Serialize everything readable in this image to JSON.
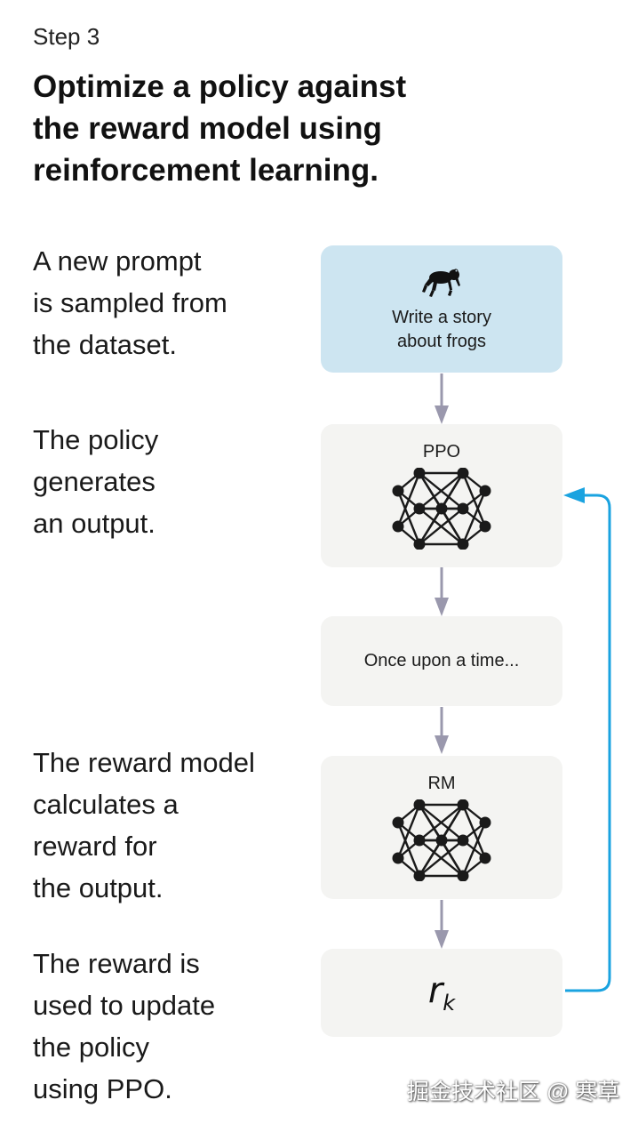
{
  "step_label": "Step 3",
  "heading": [
    "Optimize a policy against",
    "the reward model using",
    "reinforcement learning."
  ],
  "descriptions": [
    {
      "lines": [
        "A new prompt",
        "is sampled from",
        "the dataset."
      ]
    },
    {
      "lines": [
        "The policy",
        "generates",
        "an output."
      ]
    },
    {
      "lines": [
        "The reward model",
        "calculates a",
        "reward for",
        "the output."
      ]
    },
    {
      "lines": [
        "The reward is",
        "used to update",
        "the policy",
        "using PPO."
      ]
    }
  ],
  "prompt_box": {
    "lines": [
      "Write a story",
      "about frogs"
    ],
    "icon": "frog-icon"
  },
  "policy_box": {
    "label": "PPO",
    "icon": "neural-network-icon"
  },
  "output_box": {
    "text": "Once upon a time..."
  },
  "reward_model_box": {
    "label": "RM",
    "icon": "neural-network-icon"
  },
  "reward_box": {
    "symbol": "r",
    "subscript": "k"
  },
  "colors": {
    "prompt_fill": "#cde5f1",
    "box_fill": "#f4f4f2",
    "arrow": "#9a98ad",
    "feedback_arrow": "#1aa3e0",
    "node": "#1a1a1a"
  },
  "watermark": "掘金技术社区 @ 寒草"
}
